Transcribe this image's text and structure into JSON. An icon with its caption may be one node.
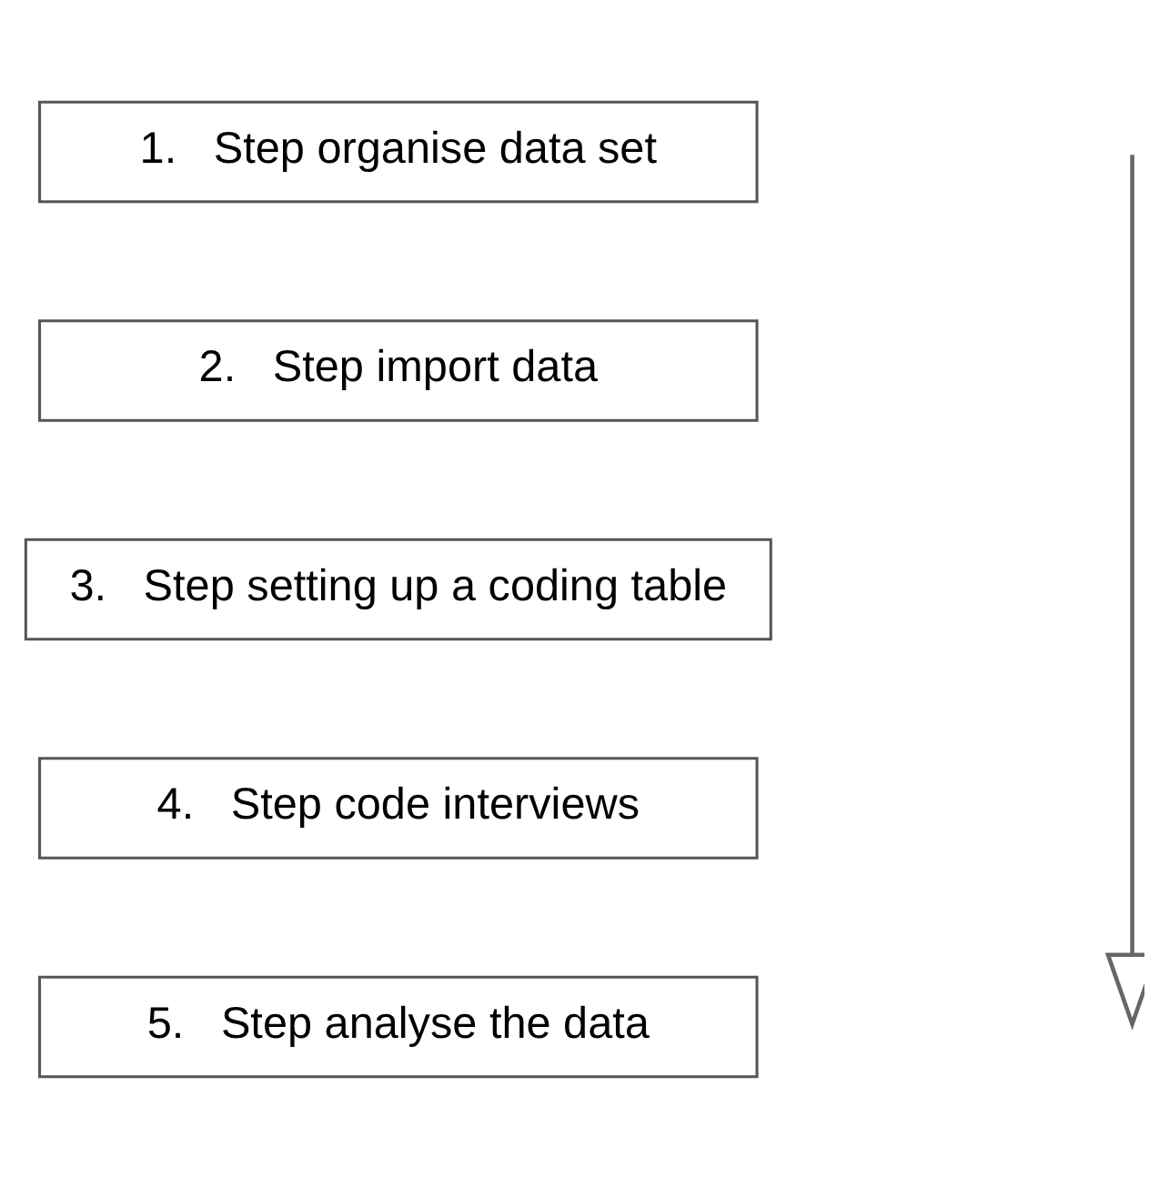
{
  "diagram": {
    "nodes": [
      {
        "text": [
          "1.   Step organise data set"
        ]
      },
      {
        "text": [
          "2.   Step import data"
        ]
      },
      {
        "text": [
          "3.   Step setting up a coding table"
        ]
      },
      {
        "text": [
          "4.   Step code interviews"
        ]
      },
      {
        "text": [
          "5.   Step analyse the data"
        ]
      }
    ]
  }
}
